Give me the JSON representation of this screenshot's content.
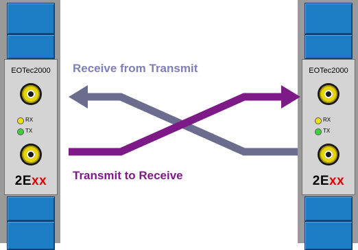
{
  "modules": {
    "left": {
      "label": "EOTec2000",
      "rx_label": "RX",
      "tx_label": "TX",
      "model_prefix": "2E",
      "model_suffix": "xx"
    },
    "right": {
      "label": "EOTec2000",
      "rx_label": "RX",
      "tx_label": "TX",
      "model_prefix": "2E",
      "model_suffix": "xx"
    }
  },
  "labels": {
    "receive": "Receive from Transmit",
    "transmit": "Transmit to Receive"
  },
  "colors": {
    "receive_arrow": "#6c6c8e",
    "transmit_arrow": "#7d1a87",
    "receive_text": "#7f7fb5",
    "transmit_text": "#7d1a87",
    "module_blue": "#1c7cc4",
    "led_rx": "#f1e100",
    "led_tx": "#3ad23a"
  }
}
